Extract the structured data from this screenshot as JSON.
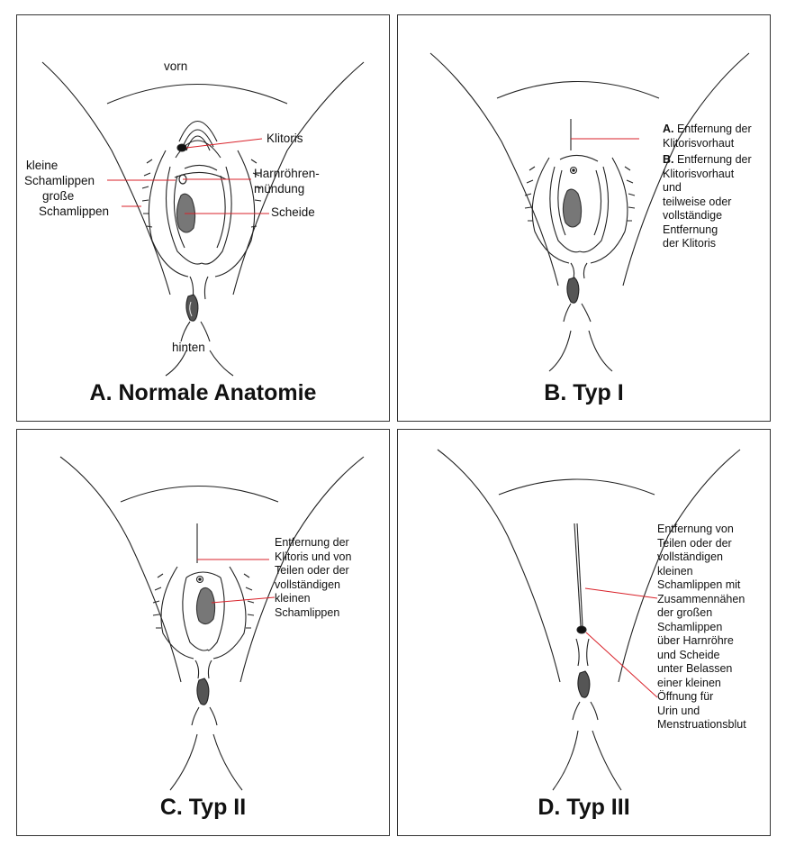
{
  "panels": {
    "a": {
      "title": "A. Normale Anatomie",
      "labels": {
        "vorn": "vorn",
        "hinten": "hinten",
        "klitoris": "Klitoris",
        "harnroehre_1": "Harnröhren-",
        "harnroehre_2": "mündung",
        "scheide": "Scheide",
        "kleine_1": "kleine",
        "kleine_2": "Schamlippen",
        "grosse_1": "große",
        "grosse_2": "Schamlippen"
      }
    },
    "b": {
      "title": "B. Typ I",
      "note": {
        "a_marker": "A.",
        "a_line1": " Entfernung der",
        "a_line2": "Klitorisvorhaut",
        "b_marker": "B.",
        "b_line1": " Entfernung der",
        "b_lines": [
          "Klitorisvorhaut",
          "und",
          "teilweise oder",
          "vollständige",
          "Entfernung",
          "der Klitoris"
        ]
      }
    },
    "c": {
      "title": "C. Typ II",
      "note_lines": [
        "Entfernung der",
        "Klitoris und von",
        "Teilen oder der",
        "vollständigen",
        "kleinen",
        "Schamlippen"
      ]
    },
    "d": {
      "title": "D. Typ III",
      "note_lines": [
        "Entfernung von",
        "Teilen oder der",
        "vollständigen",
        "kleinen",
        "Schamlippen mit",
        "Zusammennähen",
        "der großen",
        "Schamlippen",
        "über Harnröhre",
        "und Scheide",
        "unter Belassen",
        "einer kleinen",
        "Öffnung für",
        "Urin und",
        "Menstruationsblut"
      ]
    }
  },
  "colors": {
    "leader": "#d9222a",
    "ink": "#222222",
    "fill": "#777777"
  }
}
